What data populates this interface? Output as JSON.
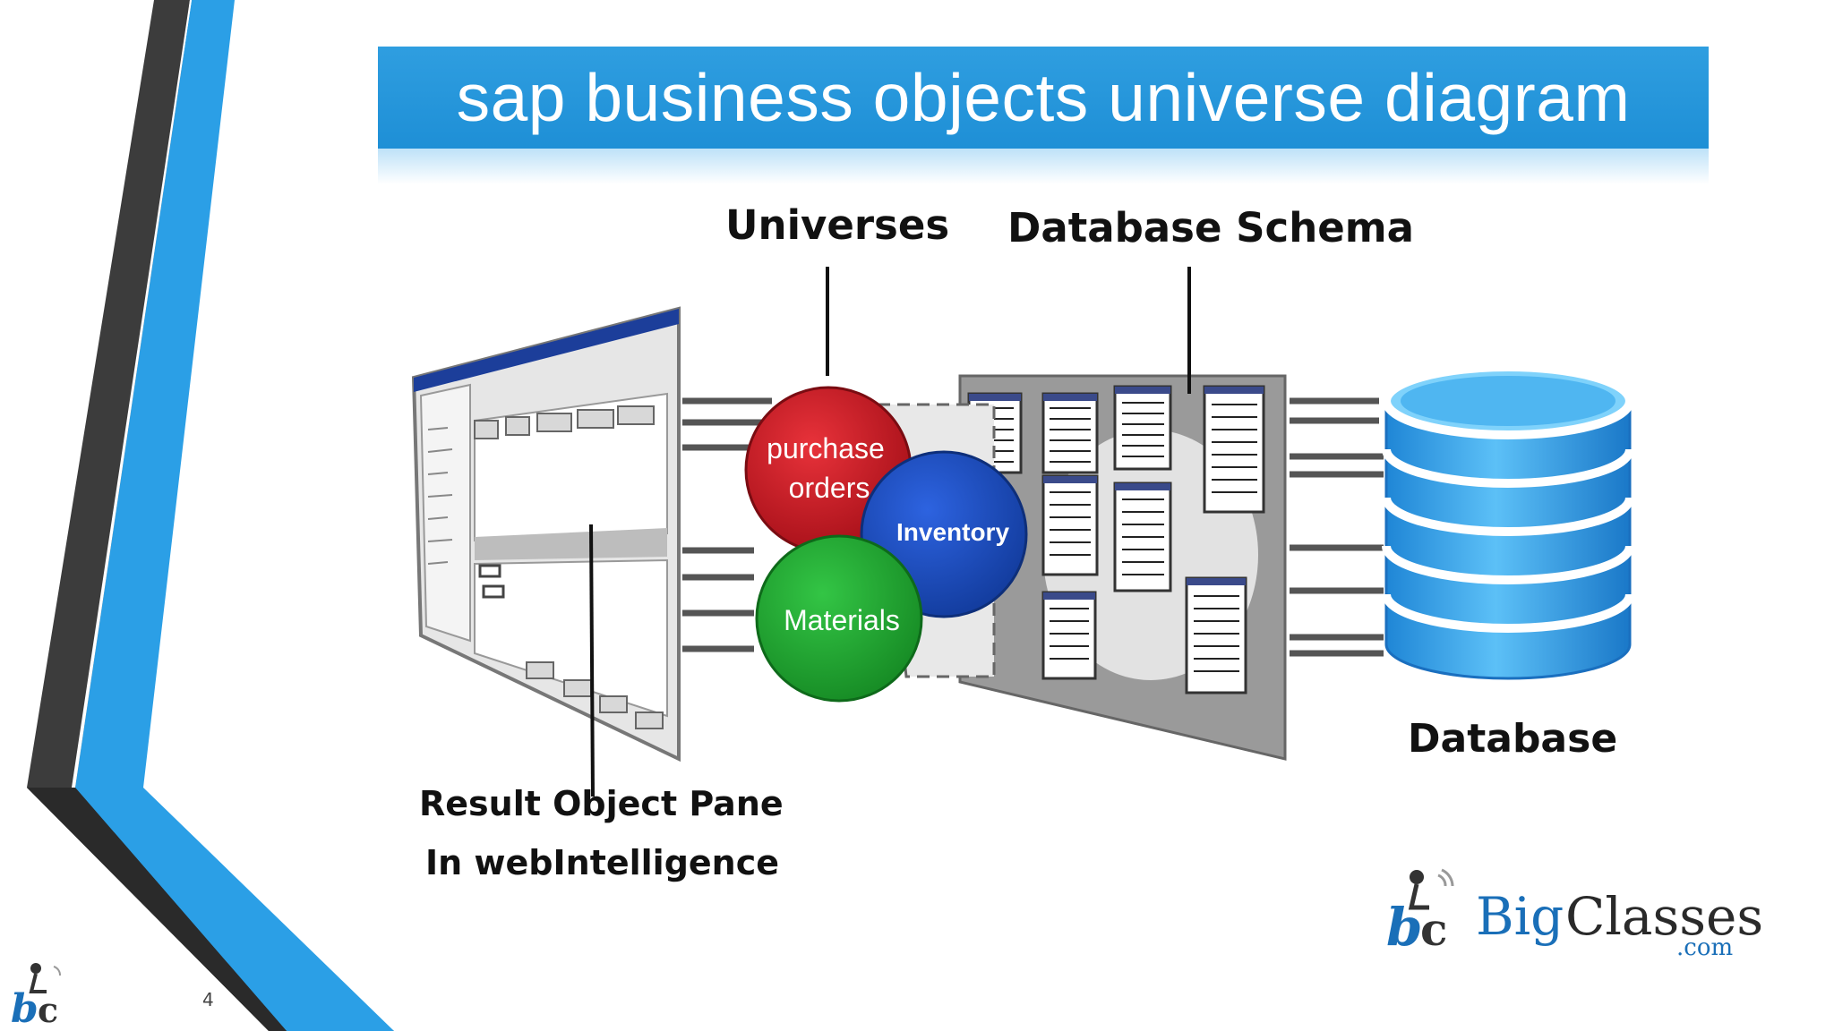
{
  "slide": {
    "title": "sap business objects universe diagram",
    "page_number": "4"
  },
  "diagram": {
    "labels": {
      "universes": "Universes",
      "database_schema": "Database Schema",
      "database": "Database",
      "result_pane_line1": "Result Object Pane",
      "result_pane_line2": "In webIntelligence"
    },
    "universes": [
      {
        "name": "purchase orders",
        "line1": "purchase",
        "line2": "orders",
        "color": "#d0202a"
      },
      {
        "name": "Inventory",
        "line1": "Inventory",
        "color": "#1f4fc4"
      },
      {
        "name": "Materials",
        "line1": "Materials",
        "color": "#22a834"
      }
    ]
  },
  "logo": {
    "big": "Big",
    "classes": "Classes",
    "dotcom": ".com"
  },
  "colors": {
    "accent_blue": "#1e8fd6",
    "dark_gray": "#3c3c3c",
    "database_blue": "#3aa2ea"
  }
}
